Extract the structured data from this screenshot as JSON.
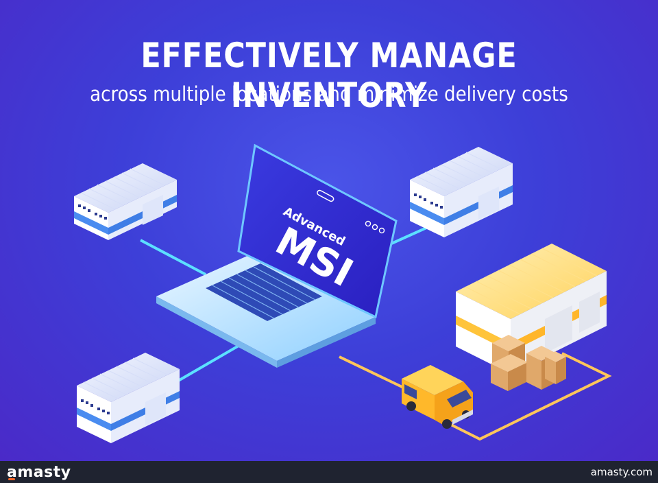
{
  "headline": "EFFECTIVELY MANAGE INVENTORY",
  "subline": "across multiple locations and minimize delivery costs",
  "laptop_screen": {
    "line1": "Advanced",
    "line2": "MSI"
  },
  "footer": {
    "brand": "amasty",
    "site": "amasty.com"
  },
  "colors": {
    "background": "#3d3fd8",
    "connector_blue": "#5ce0ff",
    "connector_orange": "#ffc65a",
    "warehouse_roof_main": "#ffd86a",
    "footer_bg": "#1f2330",
    "brand_accent": "#ff6a2a"
  }
}
